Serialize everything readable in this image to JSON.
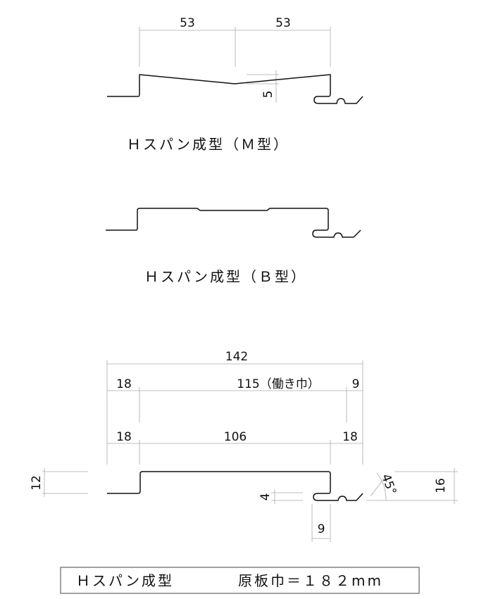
{
  "m_type": {
    "title": "Ｈスパン成型（Ｍ型）",
    "dim_left": "53",
    "dim_right": "53",
    "dim_depth": "5"
  },
  "b_type": {
    "title": "Ｈスパン成型（Ｂ型）"
  },
  "detail": {
    "dim_total": "142",
    "dim_row2_left": "18",
    "dim_row2_mid": "115（働き巾）",
    "dim_row2_right": "9",
    "dim_row3_left": "18",
    "dim_row3_mid": "106",
    "dim_row3_right": "18",
    "dim_height": "12",
    "dim_hook_height": "4",
    "dim_hook_width": "9",
    "dim_angle": "45°",
    "dim_total_height": "16"
  },
  "footer": {
    "name": "Ｈスパン成型",
    "spec": "原板巾＝１８２mm"
  }
}
